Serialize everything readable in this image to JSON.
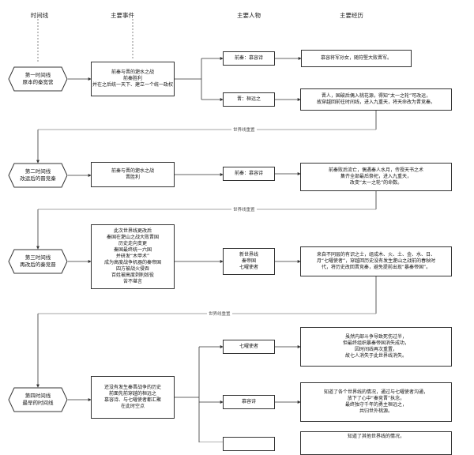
{
  "headers": {
    "timeline": "时间线",
    "events": "主要事件",
    "figures": "主要人物",
    "experiences": "主要经历"
  },
  "separators": [
    "世界线重置",
    "世界线重置",
    "世界线重置"
  ],
  "rows": [
    {
      "timeline": [
        "第一时间线",
        "原本的秦宽营"
      ],
      "event": [
        "前秦与晋的淝水之战",
        "前秦胜利",
        "并在之后统一天下、建立一个统一政权"
      ],
      "branches": [
        {
          "figure": "前秦：慕容诗",
          "experience": [
            "慕容将军孙女，随符堅大败晋军。"
          ]
        },
        {
          "figure": "晋：桓远之",
          "experience": [
            "晋人，国破后偶入桃花源，得知“太一之轮”可改运，",
            "故穿越回前往时间线，进入九重天，将天命改为晋竞秦。"
          ]
        }
      ]
    },
    {
      "timeline": [
        "第二时间线",
        "改运后的晋竞秦"
      ],
      "event": [
        "前秦与晋的淝水之战",
        "晋胜利"
      ],
      "branches": [
        {
          "figure": "前秦：慕容诗",
          "experience": [
            "前秦败后流亡，偶遇秦人水月，传授天书之术",
            "集齐全部最后祭祀，进入九重天，",
            "改变“太一之轮”的命数。"
          ]
        }
      ]
    },
    {
      "timeline": [
        "第三时间线",
        "再改后的秦竞晋"
      ],
      "event": [
        "此次世界线更改后",
        "秦国在淝山之战大败晋国",
        "历史走向变更",
        "秦国最终统一六国",
        "并研发“木甲术”",
        "成为高度战争机器的秦帝国",
        "四方被战火侵吞",
        "百姓被高度剥削奴役",
        "苦不堪言"
      ],
      "branches": [
        {
          "figure": [
            "新世界线",
            "秦帝国",
            "七曜使者"
          ],
          "experience": [
            "来自不同层的有识之士，组成木、火、土、金、水、日、",
            "月“七曜使者”，穿越回历史没有发生淝山之战前的春秋时",
            "代，将历史改回晋竞秦，避免提前出现“暴秦帝国”。"
          ]
        }
      ]
    },
    {
      "timeline": [
        "第四时间线",
        "最早的时间线"
      ],
      "event": [
        "还没有发生秦晋战争的历史",
        "前面先前穿越的桓远之",
        "慕容诗、与七曜使者都汇聚",
        "在此时空点"
      ],
      "branches": [
        {
          "figure": "七曜使者",
          "experience": [
            "虽然内部斗争导致死伤过半，",
            "但最终组织暴秦帝国消失成功，",
            "因时间线再次重置，",
            "故七人消失于此世界线消失。"
          ]
        },
        {
          "figure": "慕容诗",
          "experience": [
            "知道了各个世界线的情况，通过与七曜使者沟通，",
            "放下了心中“秦竞晋”执念，",
            "最终独守千年的勇主桓远之，",
            "共归世外桃源。"
          ]
        },
        {
          "figure": "",
          "experience": [
            "知道了其他世界线的情况，"
          ]
        }
      ]
    }
  ]
}
